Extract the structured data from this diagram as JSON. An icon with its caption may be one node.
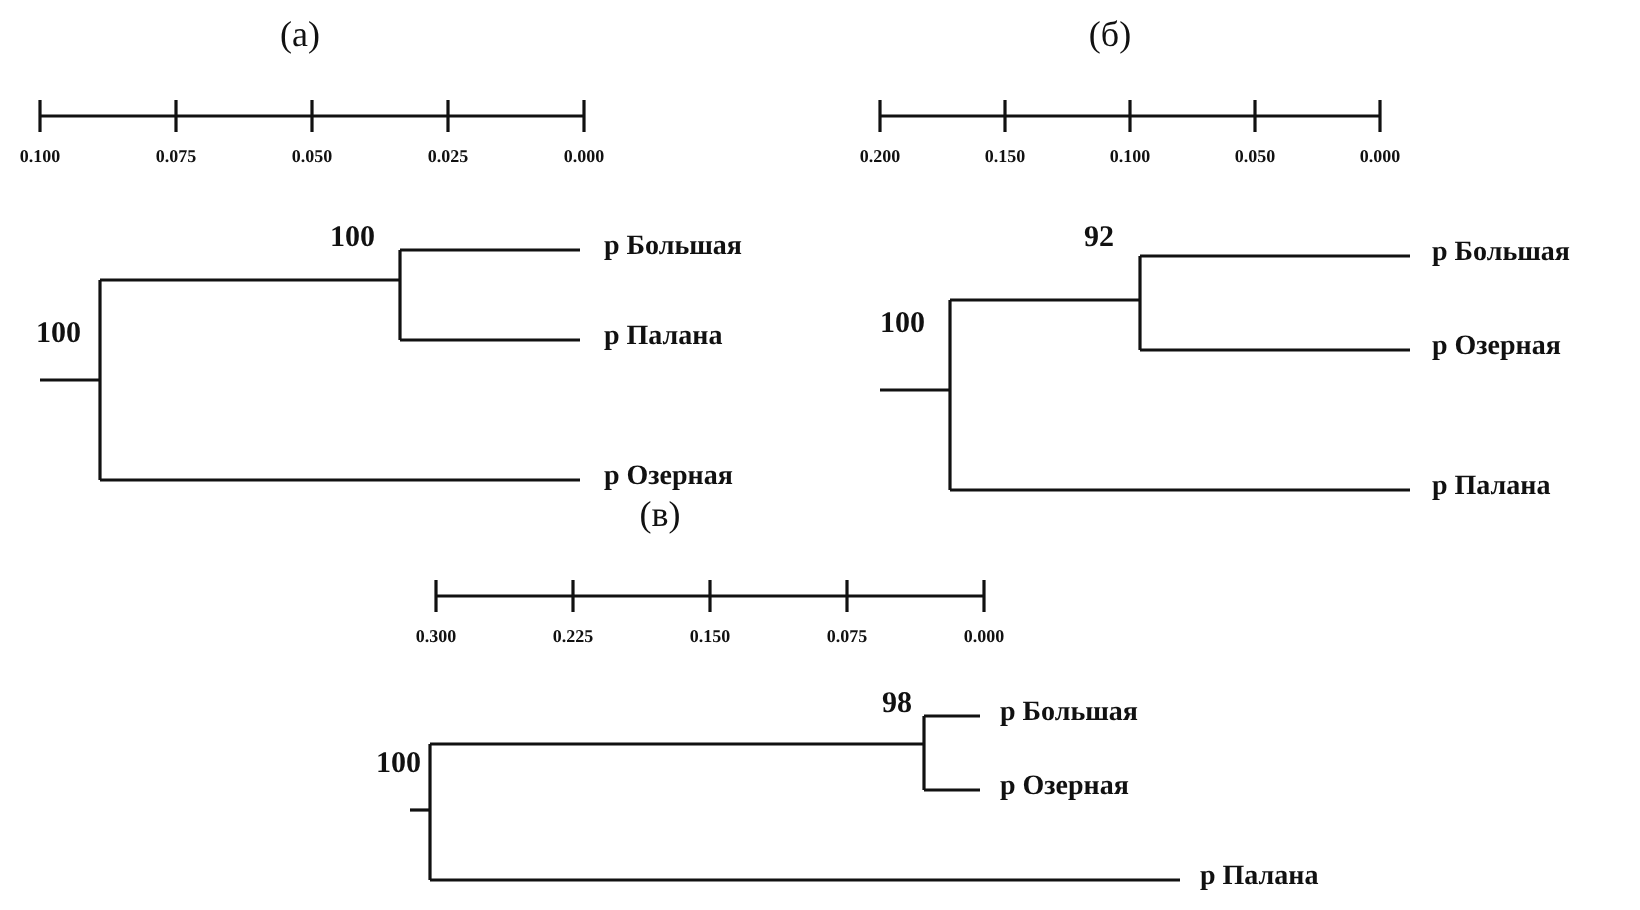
{
  "diagram": {
    "labels": [
      "(а)",
      "0.100",
      "0.075",
      "0.050",
      "0.025",
      "0.000",
      "100",
      "р Большая",
      "100",
      "р Палана",
      "р Озерная",
      "(б)",
      "0.200",
      "0.150",
      "0.100",
      "0.050",
      "0.000",
      "92",
      "р Большая",
      "100",
      "р Озерная",
      "р Палана",
      "(в)",
      "0.300",
      "0.225",
      "0.150",
      "0.075",
      "0.000",
      "98",
      "р Большая",
      "100",
      "р Озерная",
      "р Палана"
    ]
  }
}
